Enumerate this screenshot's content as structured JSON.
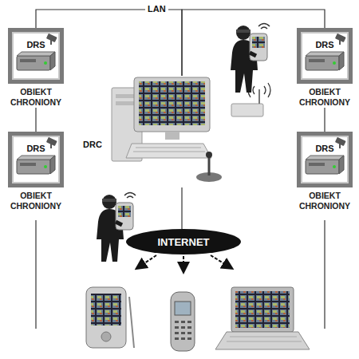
{
  "diagram": {
    "nodes": [
      {
        "text": [
          "DRS",
          "OBIEKT CHRONIONY"
        ]
      },
      {
        "text": [
          "DRS",
          "OBIEKT CHRONIONY"
        ]
      },
      {
        "text": [
          "DRC"
        ]
      },
      {
        "text": [
          "DRS",
          "OBIEKT CHRONIONY"
        ]
      },
      {
        "text": [
          "DRS",
          "OBIEKT CHRONIONY"
        ]
      },
      {
        "text": [
          "INTERNET"
        ]
      }
    ],
    "edges": [
      {
        "from": 0,
        "to": 2,
        "arrow": "none"
      },
      {
        "from": 1,
        "to": 2,
        "arrow": "none"
      },
      {
        "from": 3,
        "to": 0,
        "arrow": "none"
      },
      {
        "from": 4,
        "to": 1,
        "arrow": "none"
      },
      {
        "from": 2,
        "to": 5,
        "arrow": "none"
      }
    ],
    "labels": [
      "LAN"
    ]
  }
}
